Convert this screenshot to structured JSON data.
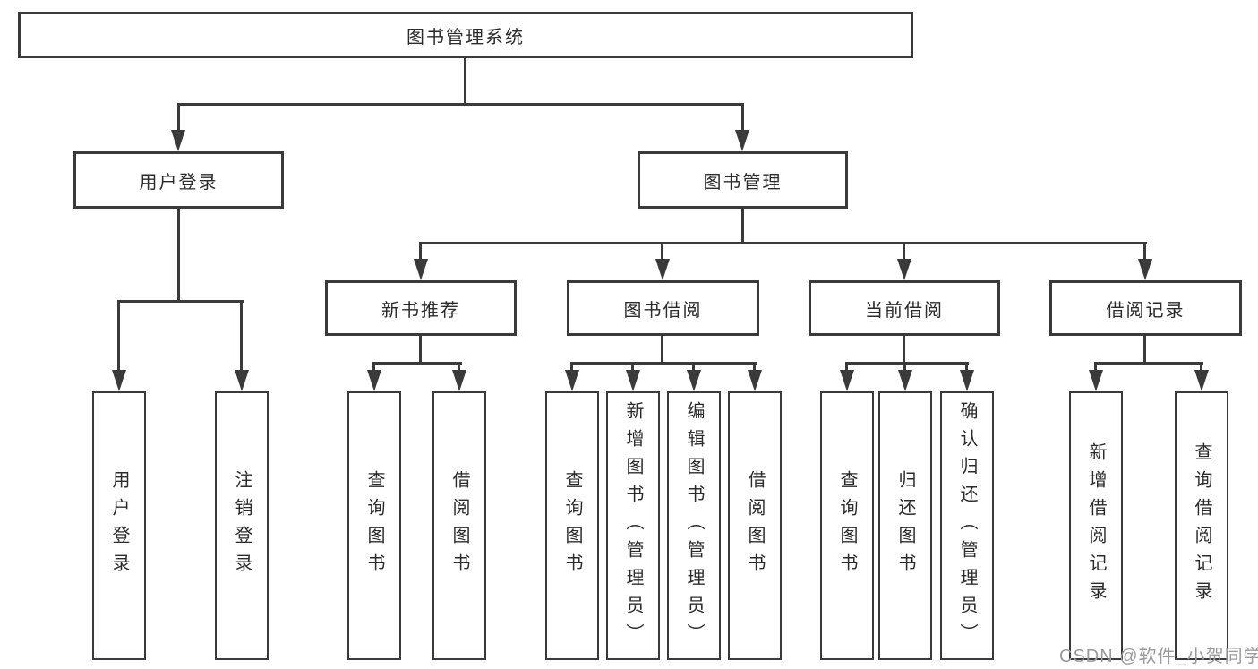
{
  "diagram": {
    "root": "图书管理系统",
    "user_login": {
      "label": "用户登录",
      "children": [
        "用户登录",
        "注销登录"
      ]
    },
    "book_management": {
      "label": "图书管理",
      "sections": [
        {
          "label": "新书推荐",
          "children": [
            "查询图书",
            "借阅图书"
          ]
        },
        {
          "label": "图书借阅",
          "children": [
            "查询图书",
            "新增图书（管理员）",
            "编辑图书（管理员）",
            "借阅图书"
          ]
        },
        {
          "label": "当前借阅",
          "children": [
            "查询图书",
            "归还图书",
            "确认归还（管理员）"
          ]
        },
        {
          "label": "借阅记录",
          "children": [
            "新增借阅记录",
            "查询借阅记录"
          ]
        }
      ]
    },
    "watermark": "CSDN @软件_小贺同学",
    "colors": {
      "line": "#3a3a3a",
      "text": "#2b2b2b",
      "background": "#ffffff",
      "watermark": "#9b9b9b"
    }
  }
}
